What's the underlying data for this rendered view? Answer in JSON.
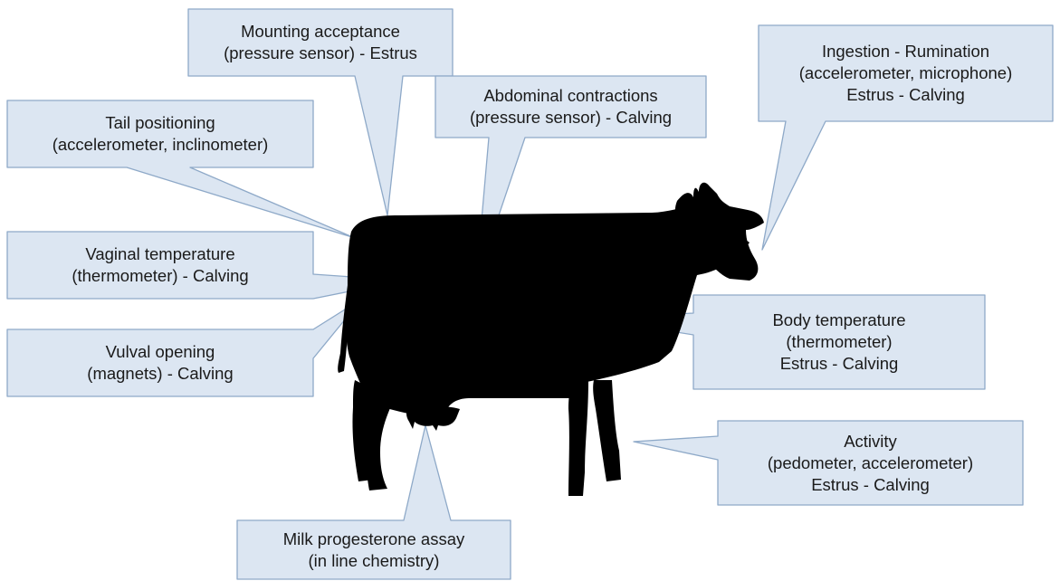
{
  "callouts": {
    "mounting": {
      "lines": [
        "Mounting acceptance",
        "(pressure sensor) - Estrus"
      ]
    },
    "tail": {
      "lines": [
        "Tail positioning",
        "(accelerometer, inclinometer)"
      ]
    },
    "vaginal": {
      "lines": [
        "Vaginal temperature",
        "(thermometer) - Calving"
      ]
    },
    "vulval": {
      "lines": [
        "Vulval opening",
        "(magnets) - Calving"
      ]
    },
    "abdominal": {
      "lines": [
        "Abdominal contractions",
        "(pressure sensor) - Calving"
      ]
    },
    "ingestion": {
      "lines": [
        "Ingestion - Rumination",
        "(accelerometer, microphone)",
        "Estrus - Calving"
      ]
    },
    "body_temp": {
      "lines": [
        "Body temperature",
        "(thermometer)",
        "Estrus - Calving"
      ]
    },
    "activity": {
      "lines": [
        "Activity",
        "(pedometer, accelerometer)",
        "Estrus - Calving"
      ]
    },
    "milk": {
      "lines": [
        "Milk progesterone assay",
        "(in line chemistry)"
      ]
    }
  },
  "colors": {
    "callout_fill": "#dce6f2",
    "callout_border": "#8ea9c8",
    "silhouette": "#000000",
    "text": "#1a1a1a"
  }
}
